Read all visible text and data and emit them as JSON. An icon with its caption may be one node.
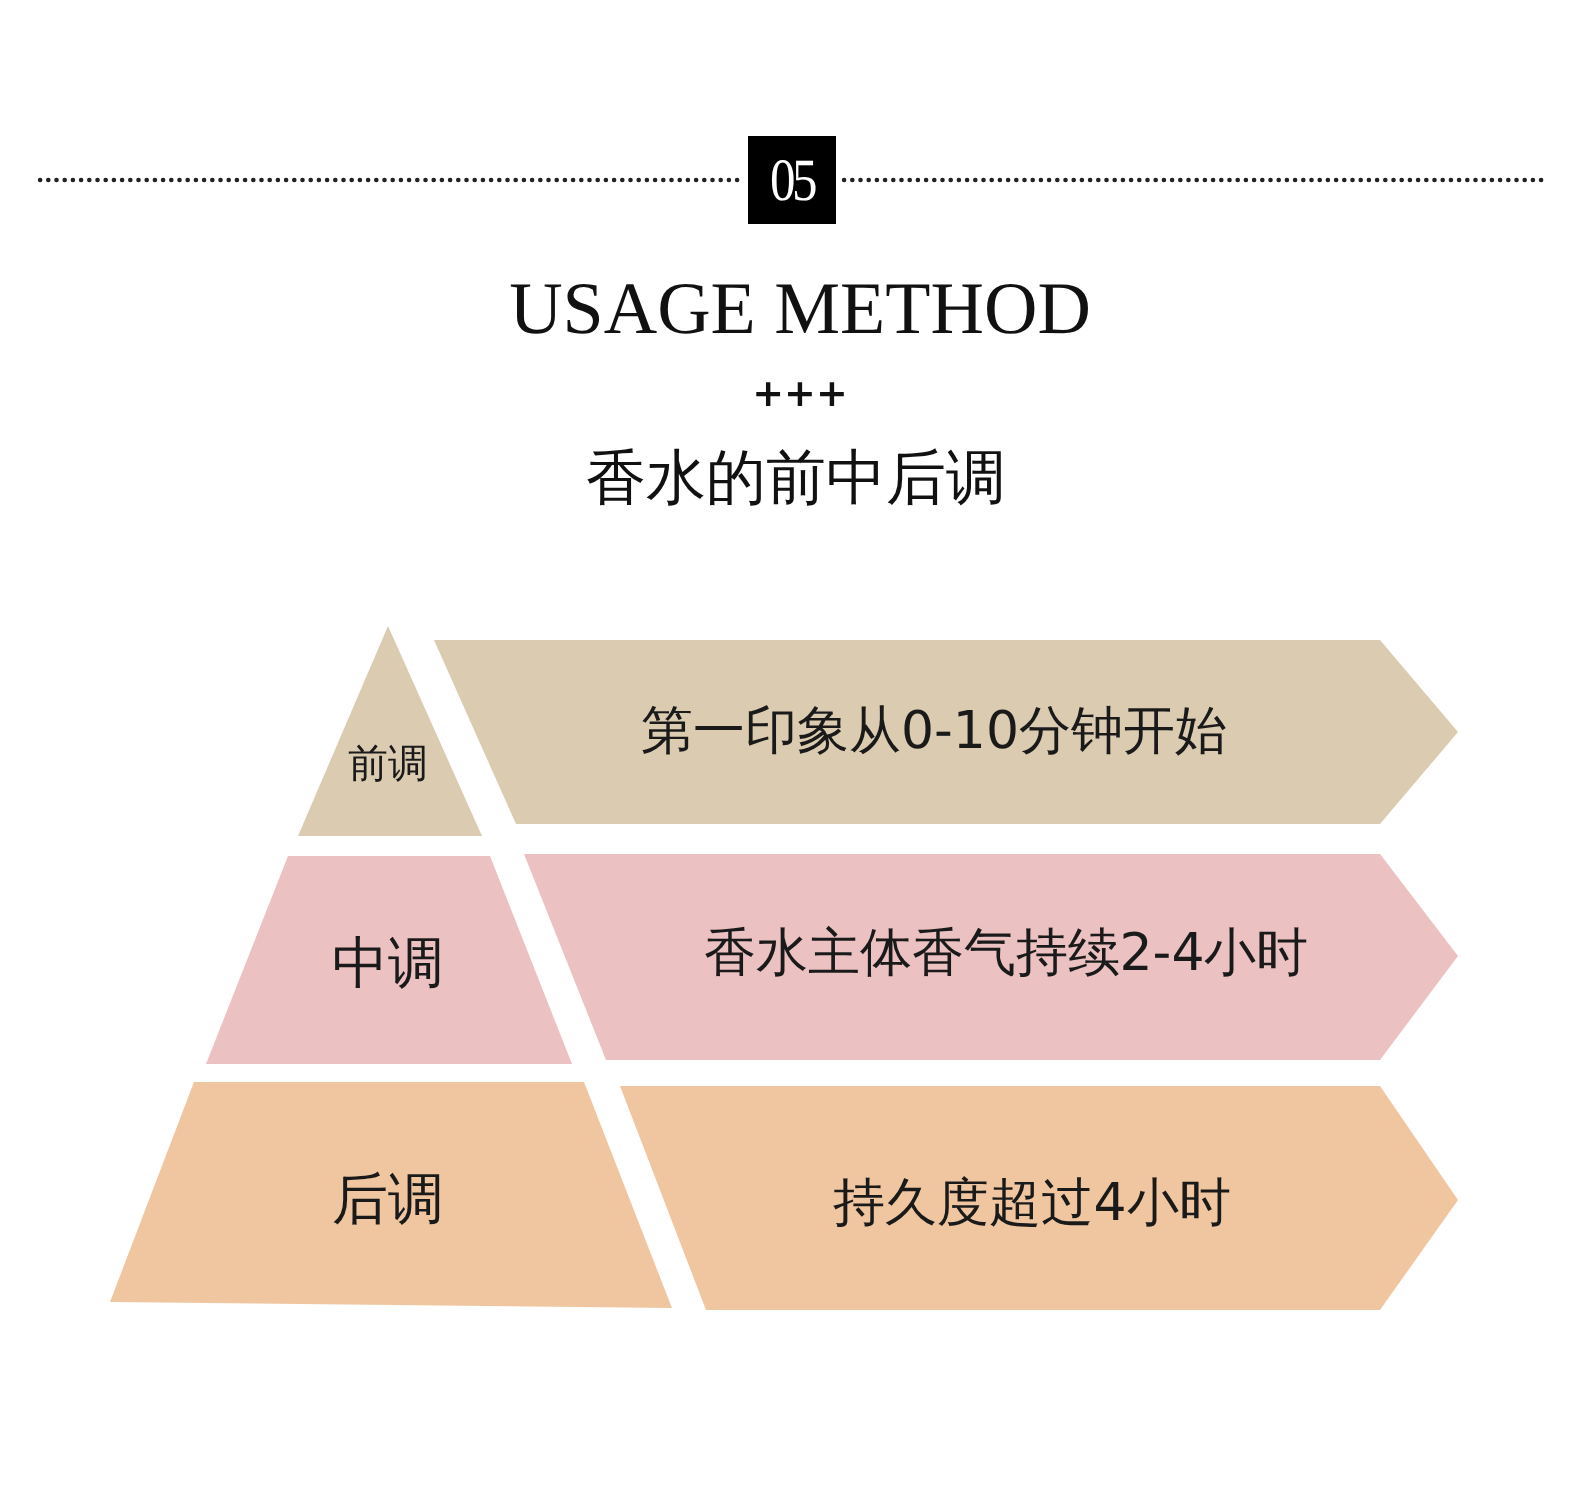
{
  "diagram": {
    "title": "USAGE METHOD",
    "nodes": [
      {
        "text": [
          "05"
        ]
      },
      {
        "text": [
          "前调"
        ]
      },
      {
        "text": [
          "第一印象从0-10分钟开始"
        ]
      },
      {
        "text": [
          "中调"
        ]
      },
      {
        "text": [
          "香水主体香气持续2-4小时"
        ]
      },
      {
        "text": [
          "后调"
        ]
      },
      {
        "text": [
          "持久度超过4小时"
        ]
      }
    ],
    "labels": [
      "+++",
      "香水的前中后调"
    ]
  }
}
